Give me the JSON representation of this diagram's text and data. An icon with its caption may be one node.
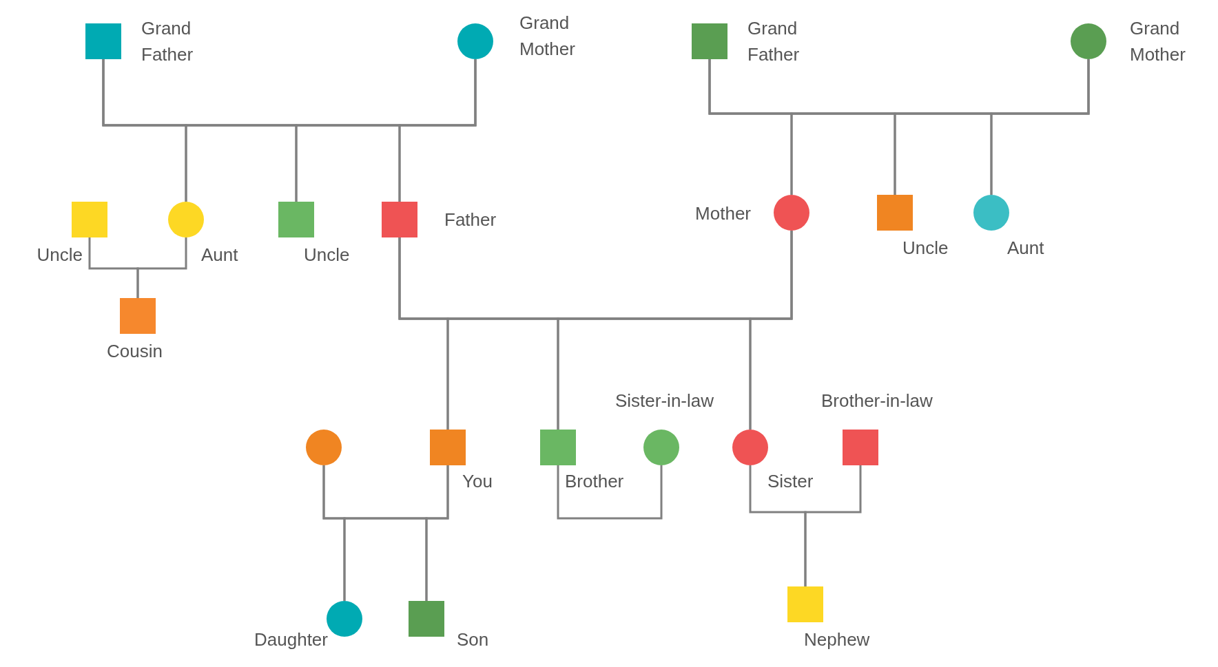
{
  "diagram": {
    "nodes": [
      {
        "text": [
          "Grand Father"
        ]
      },
      {
        "text": [
          "Grand Mother"
        ]
      },
      {
        "text": [
          "Grand Father"
        ]
      },
      {
        "text": [
          "Grand Mother"
        ]
      },
      {
        "text": [
          "Uncle"
        ]
      },
      {
        "text": [
          "Aunt"
        ]
      },
      {
        "text": [
          "Uncle"
        ]
      },
      {
        "text": [
          "Father"
        ]
      },
      {
        "text": [
          "Mother"
        ]
      },
      {
        "text": [
          "Uncle"
        ]
      },
      {
        "text": [
          "Aunt"
        ]
      },
      {
        "text": [
          "Cousin"
        ]
      },
      {
        "text": [],
        "shape": "circle"
      },
      {
        "text": [
          "You"
        ]
      },
      {
        "text": [
          "Brother"
        ]
      },
      {
        "text": [
          "Sister-in-law"
        ]
      },
      {
        "text": [
          "Sister"
        ]
      },
      {
        "text": [
          "Brother-in-law"
        ]
      },
      {
        "text": [
          "Daughter"
        ]
      },
      {
        "text": [
          "Son"
        ]
      },
      {
        "text": [
          "Nephew"
        ]
      }
    ],
    "edges": [
      {
        "from": 0,
        "to": 5,
        "arrow": "none"
      },
      {
        "from": 0,
        "to": 6,
        "arrow": "none"
      },
      {
        "from": 0,
        "to": 7,
        "arrow": "none"
      },
      {
        "from": 1,
        "to": 5,
        "arrow": "none"
      },
      {
        "from": 1,
        "to": 6,
        "arrow": "none"
      },
      {
        "from": 1,
        "to": 7,
        "arrow": "none"
      },
      {
        "from": 2,
        "to": 8,
        "arrow": "none"
      },
      {
        "from": 2,
        "to": 9,
        "arrow": "none"
      },
      {
        "from": 2,
        "to": 10,
        "arrow": "none"
      },
      {
        "from": 3,
        "to": 8,
        "arrow": "none"
      },
      {
        "from": 3,
        "to": 9,
        "arrow": "none"
      },
      {
        "from": 3,
        "to": 10,
        "arrow": "none"
      },
      {
        "from": 4,
        "to": 11,
        "arrow": "none"
      },
      {
        "from": 5,
        "to": 11,
        "arrow": "none"
      },
      {
        "from": 7,
        "to": 13,
        "arrow": "none"
      },
      {
        "from": 7,
        "to": 14,
        "arrow": "none"
      },
      {
        "from": 7,
        "to": 16,
        "arrow": "none"
      },
      {
        "from": 8,
        "to": 13,
        "arrow": "none"
      },
      {
        "from": 8,
        "to": 14,
        "arrow": "none"
      },
      {
        "from": 8,
        "to": 16,
        "arrow": "none"
      },
      {
        "from": 12,
        "to": 18,
        "arrow": "none"
      },
      {
        "from": 12,
        "to": 19,
        "arrow": "none"
      },
      {
        "from": 13,
        "to": 18,
        "arrow": "none"
      },
      {
        "from": 13,
        "to": 19,
        "arrow": "none"
      },
      {
        "from": 14,
        "to": 15,
        "arrow": "none"
      },
      {
        "from": 16,
        "to": 20,
        "arrow": "none"
      },
      {
        "from": 17,
        "to": 20,
        "arrow": "none"
      }
    ]
  }
}
